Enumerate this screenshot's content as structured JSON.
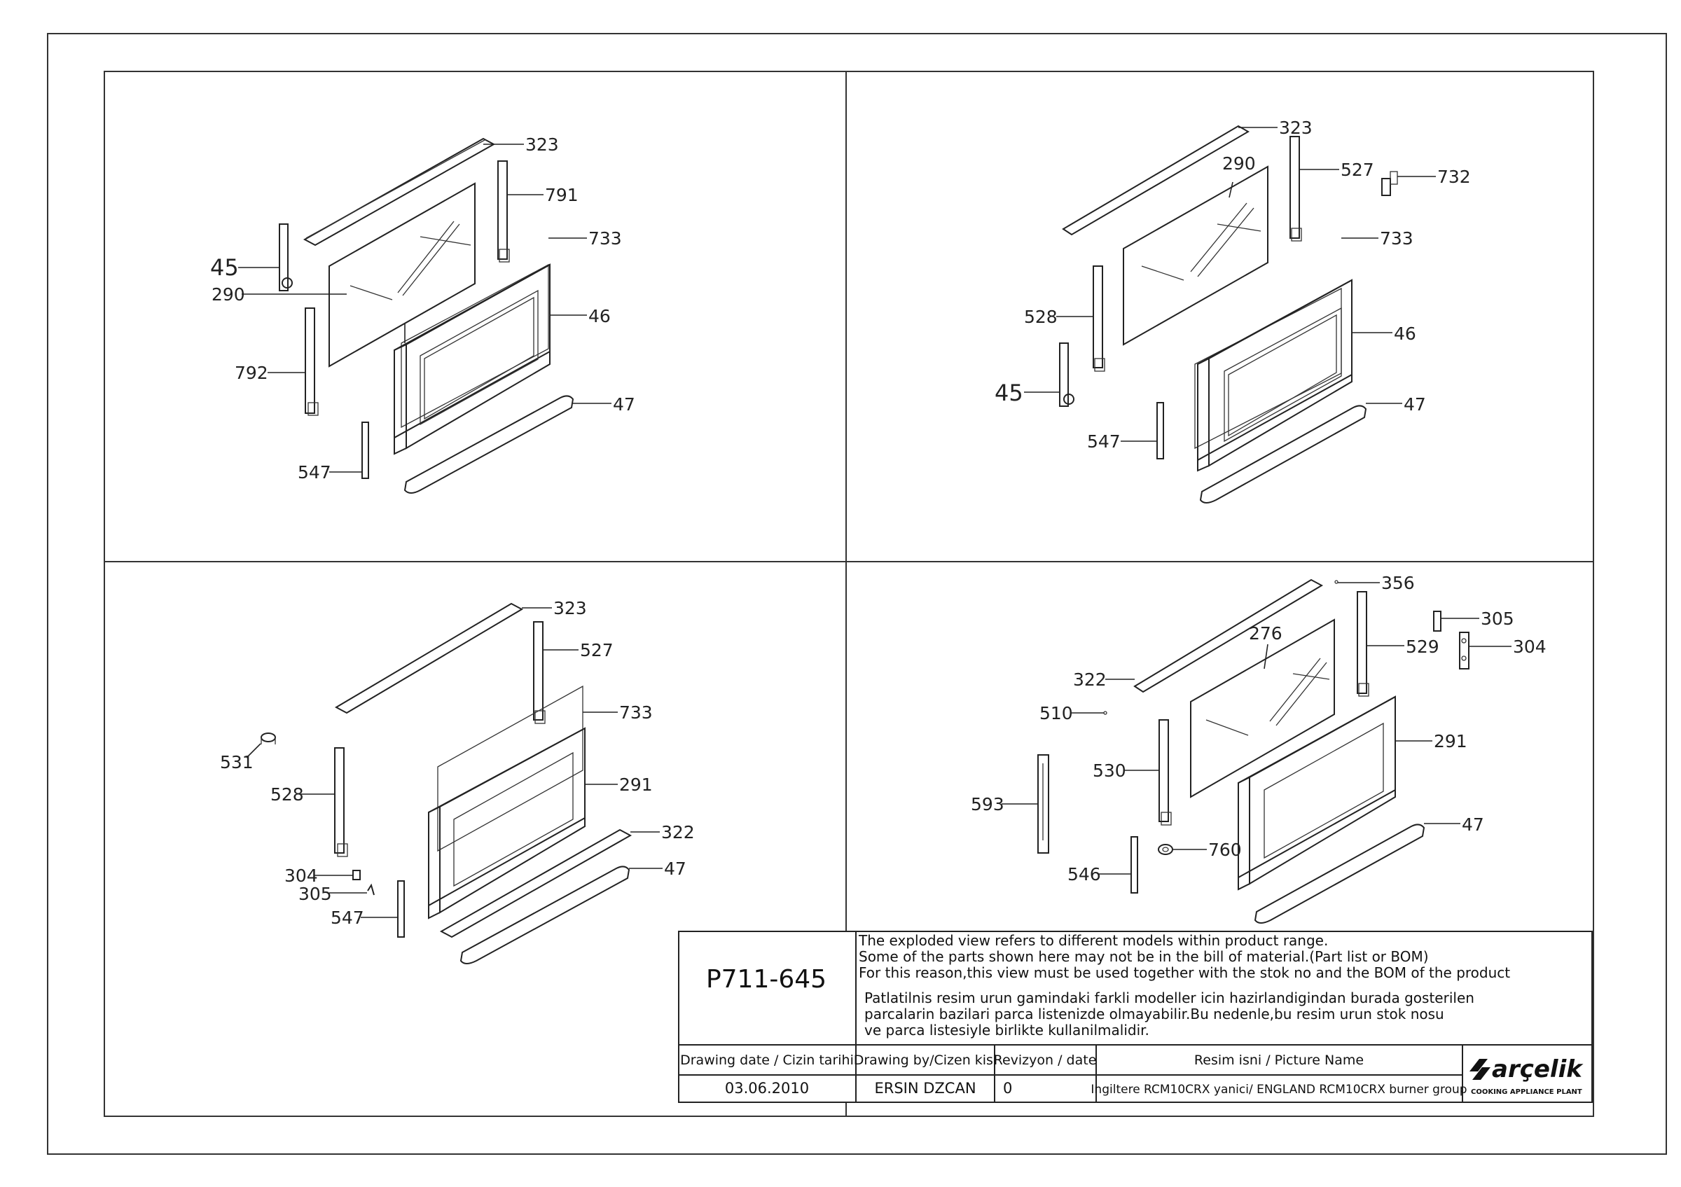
{
  "quadrants": {
    "top_left": {
      "labels": [
        "323",
        "791",
        "733",
        "45",
        "290",
        "46",
        "792",
        "47",
        "547"
      ]
    },
    "top_right": {
      "labels": [
        "323",
        "290",
        "527",
        "732",
        "733",
        "528",
        "46",
        "45",
        "47",
        "547"
      ]
    },
    "bottom_left": {
      "labels": [
        "323",
        "527",
        "733",
        "531",
        "528",
        "291",
        "322",
        "304",
        "305",
        "47",
        "547"
      ]
    },
    "bottom_right": {
      "labels": [
        "356",
        "276",
        "305",
        "529",
        "304",
        "322",
        "510",
        "291",
        "530",
        "593",
        "47",
        "760",
        "546"
      ]
    }
  },
  "title_block": {
    "drawing_no": "P711-645",
    "notes_en": [
      "The exploded view refers to different models within product range.",
      "Some of the parts shown here may not be in the bill of material.(Part list or BOM)",
      "For this reason,this view must be used together with the stok no and the BOM of the product"
    ],
    "notes_tr": [
      "Patlatilnis resim urun gamindaki farkli modeller icin hazirlandigindan burada gosterilen",
      "parcalarin bazilari parca listenizde olmayabilir.Bu nedenle,bu resim urun stok nosu",
      " ve parca listesiyle birlikte kullanilmalidir."
    ],
    "headers": {
      "date": "Drawing date / Cizin tarihi",
      "by": "Drawing by/Cizen kisi",
      "rev": "Revizyon / date",
      "name": "Resim isni / Picture Name"
    },
    "values": {
      "date": "03.06.2010",
      "by": "ERSIN DZCAN",
      "rev": "0",
      "name": "Ingiltere RCM10CRX yanici/ ENGLAND RCM10CRX  burner group"
    },
    "logo": {
      "brand": "arçelik",
      "plant": "COOKING APPLIANCE PLANT"
    }
  }
}
